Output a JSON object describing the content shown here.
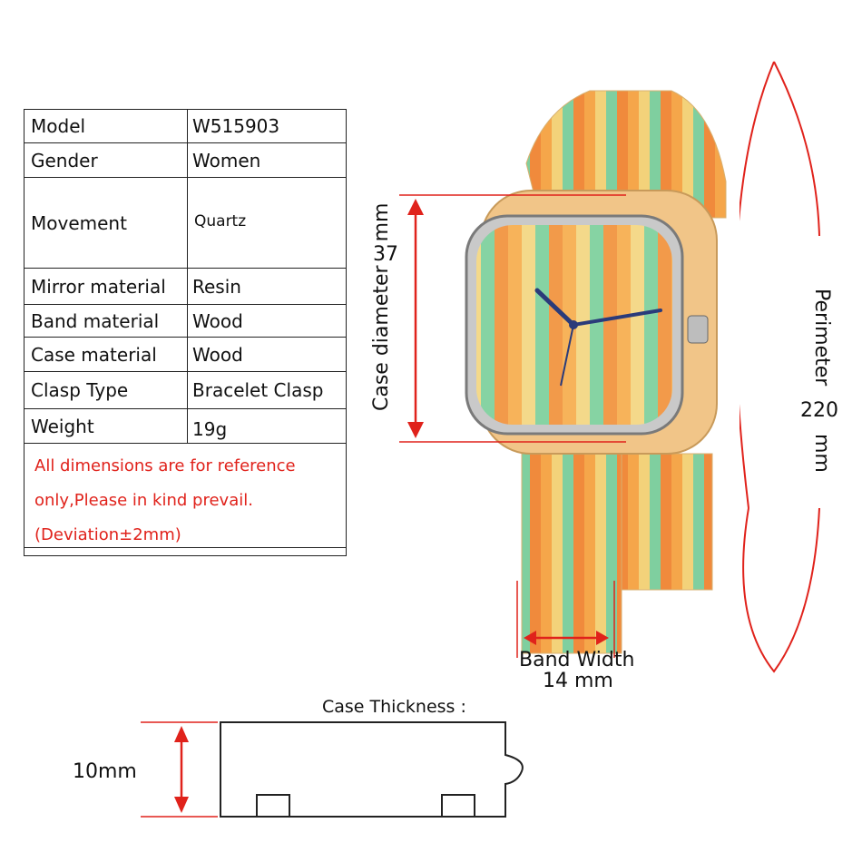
{
  "specs": [
    {
      "label": "Model",
      "value": "W515903"
    },
    {
      "label": "Gender",
      "value": "Women"
    },
    {
      "label": "Movement",
      "value": "Quartz"
    },
    {
      "label": "Mirror material",
      "value": "Resin"
    },
    {
      "label": "Band material",
      "value": "Wood"
    },
    {
      "label": "Case material",
      "value": "Wood"
    },
    {
      "label": "Clasp Type",
      "value": "Bracelet Clasp"
    },
    {
      "label": "Weight",
      "value": "19g"
    }
  ],
  "note": {
    "line1": "All dimensions are for reference",
    "line2": "only,Please in kind prevail.",
    "line3": "(Deviation±2mm)"
  },
  "dimensions": {
    "case_diameter_label": "Case diameter",
    "case_diameter_value": "37",
    "case_diameter_unit": "mm",
    "perimeter_label": "Perimeter",
    "perimeter_value": "220",
    "perimeter_unit": "mm",
    "band_width_label": "Band Width",
    "band_width_value": "14 mm",
    "case_thickness_label": "Case Thickness :",
    "case_thickness_value": "10mm"
  },
  "colors": {
    "accent_red": "#e0221b",
    "band_orange": "#f5a64a",
    "band_green": "#7fcf9f",
    "band_yellow": "#f3d27a",
    "hand_blue": "#2a3b7a"
  }
}
